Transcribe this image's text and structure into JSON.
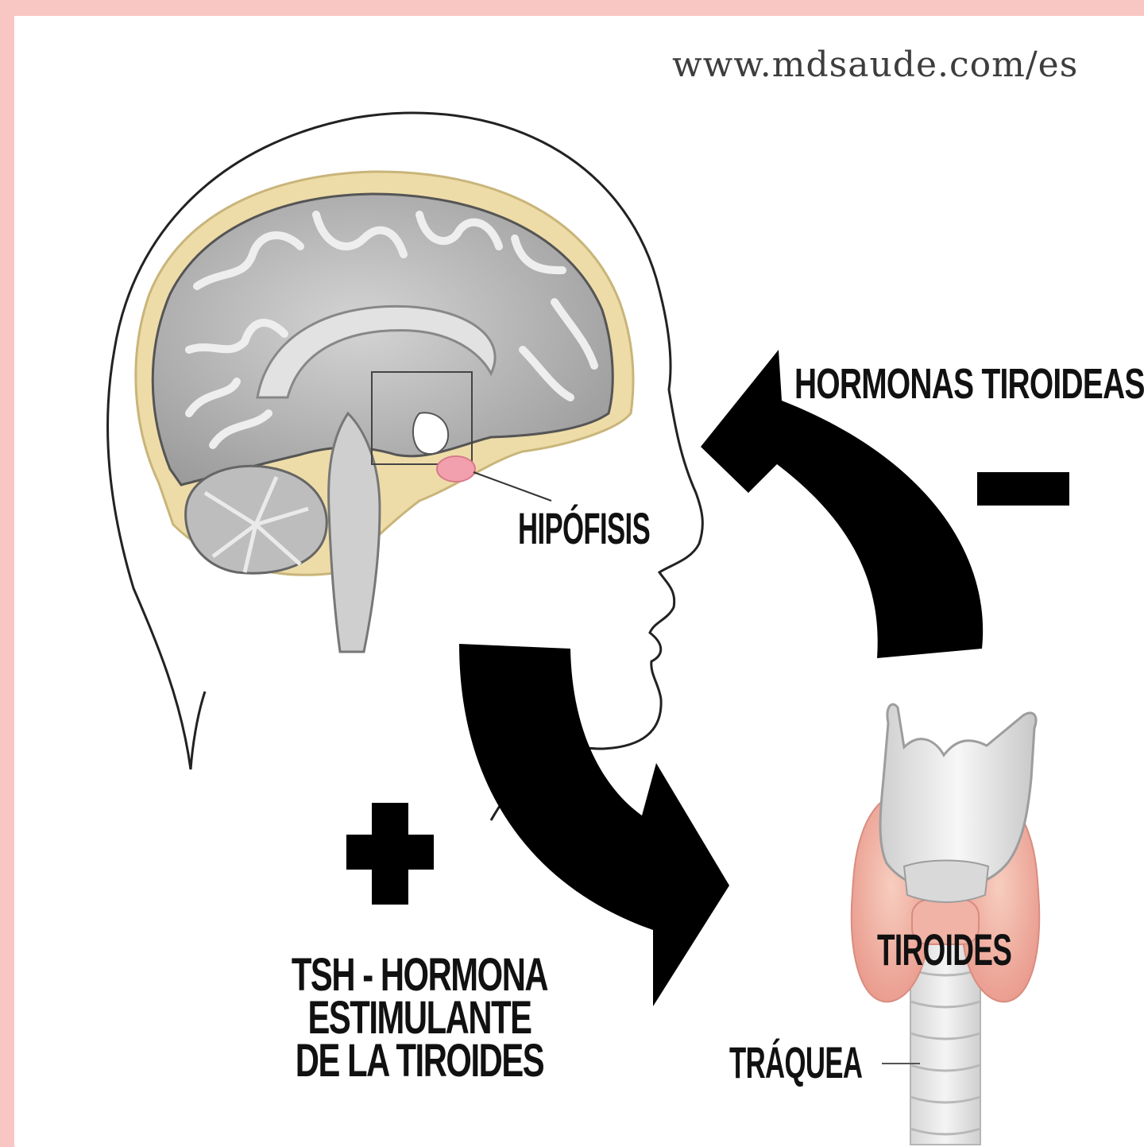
{
  "source_url": "www.mdsaude.com/es",
  "labels": {
    "hormonas": "HORMONAS TIROIDEAS",
    "hipofisis": "HIPÓFISIS",
    "tsh_line1": "TSH - HORMONA ESTIMULANTE",
    "tsh_line2": "DE LA TIROIDES",
    "tiroides": "TIROIDES",
    "traquea": "TRÁQUEA"
  },
  "symbols": {
    "minus": "−",
    "plus": "+"
  },
  "colors": {
    "frame": "#f8c6c3",
    "brain": "#b9b9b9",
    "skull": "#eedca8",
    "pituitary": "#f2a0ad",
    "thyroid": "#f2b6a9",
    "arrow": "#000000"
  }
}
